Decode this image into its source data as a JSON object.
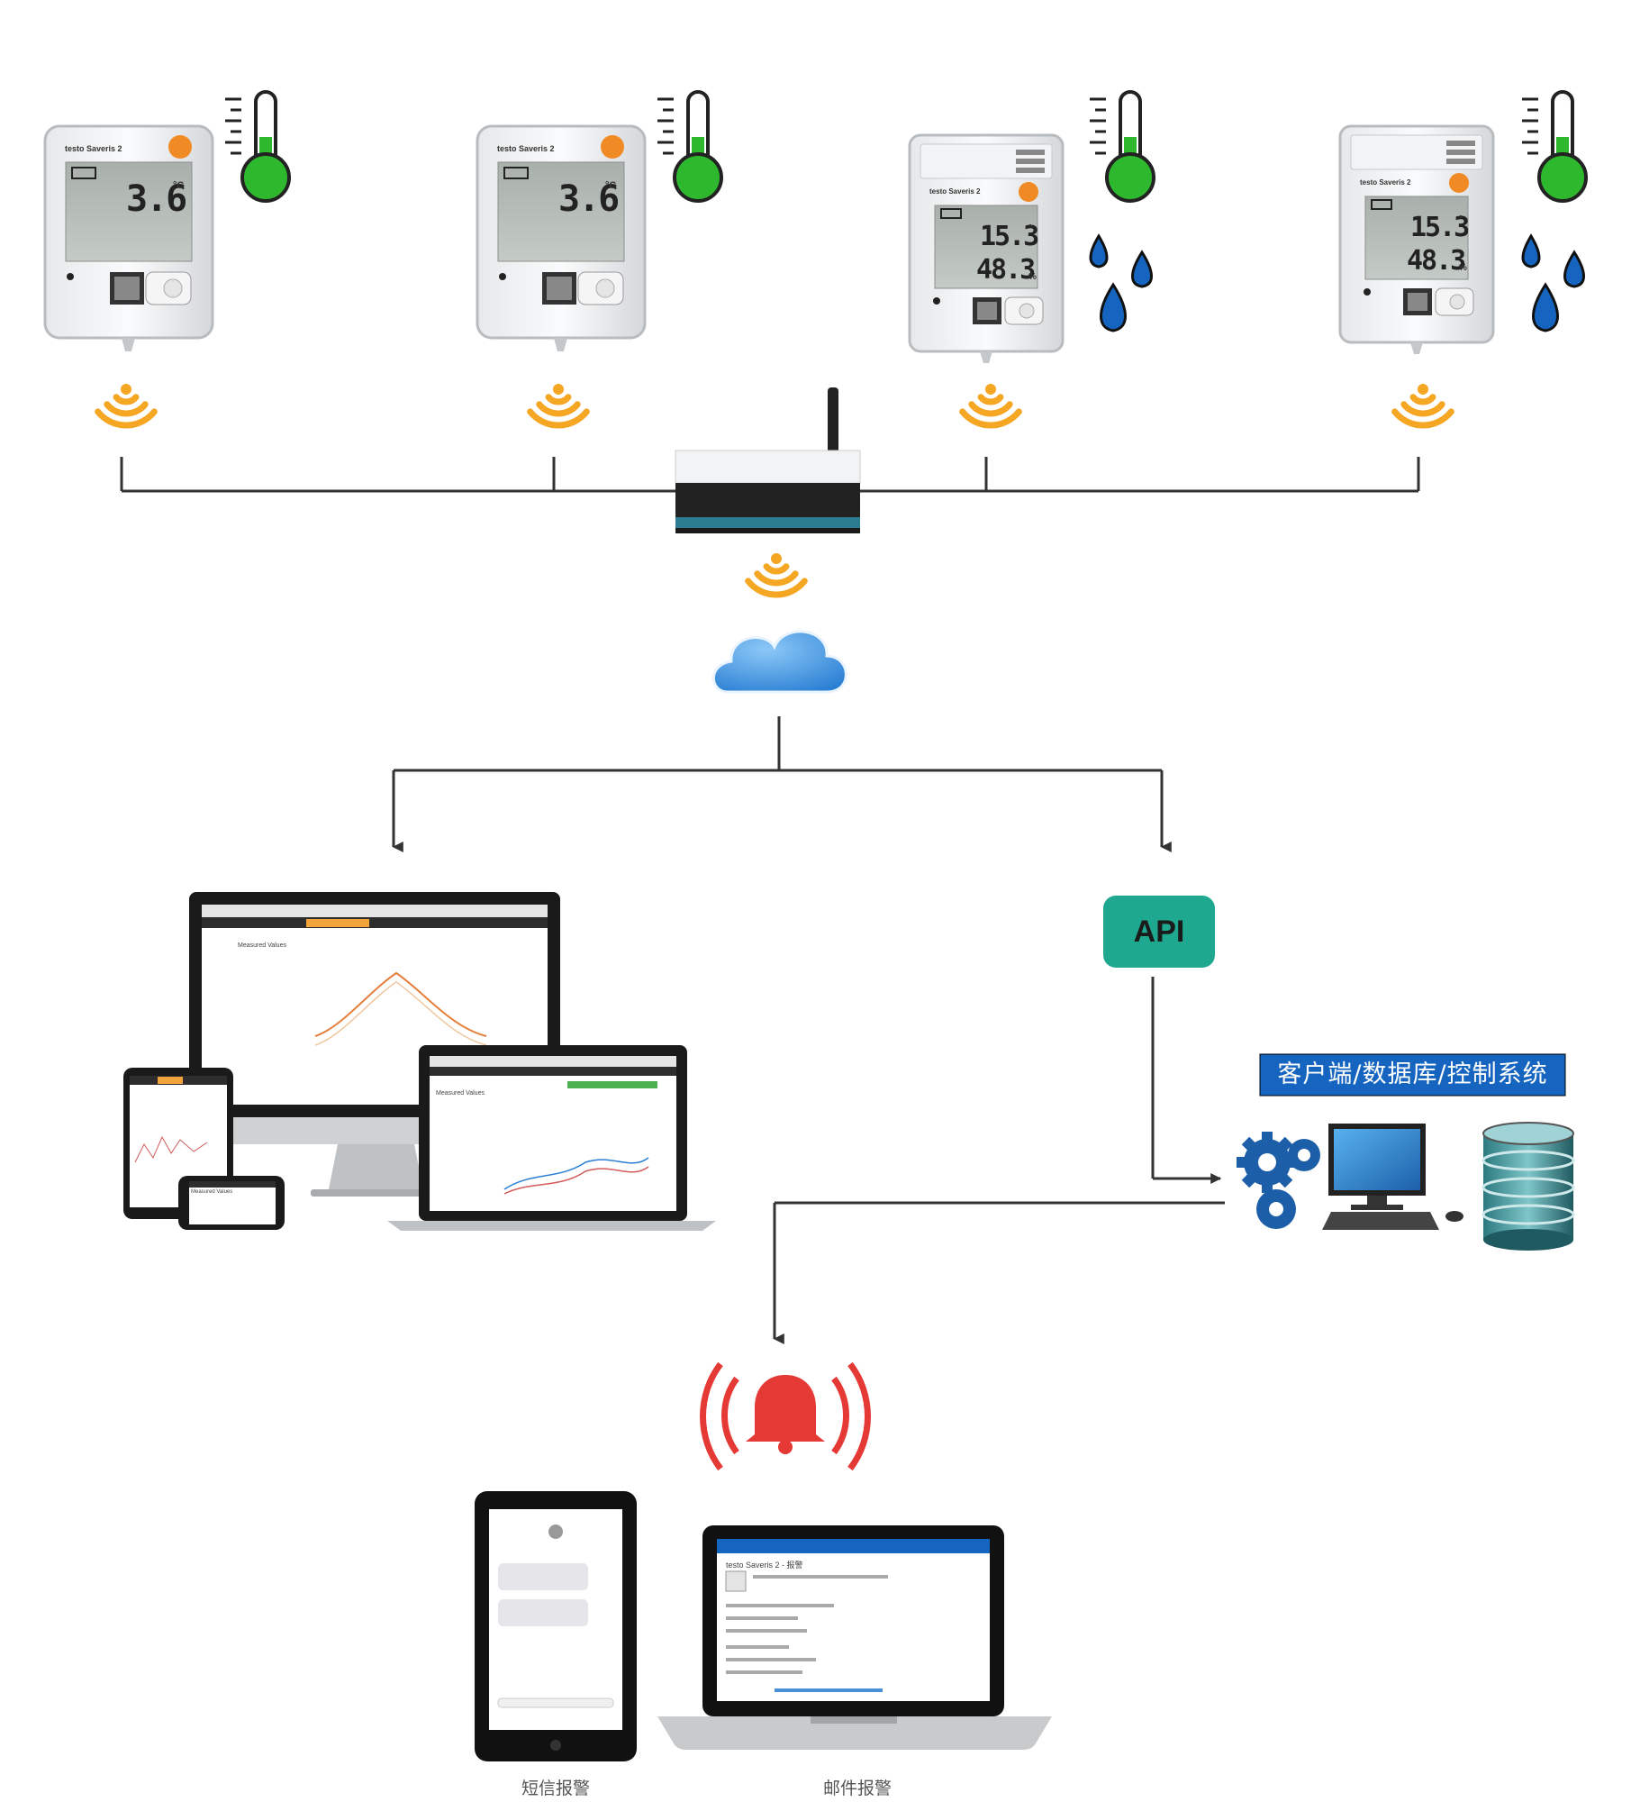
{
  "sensors": [
    {
      "model": "testo Saveris 2",
      "values": [
        "3.6"
      ],
      "units": [
        "°C"
      ],
      "type": "temperature"
    },
    {
      "model": "testo Saveris 2",
      "values": [
        "3.6"
      ],
      "units": [
        "°C"
      ],
      "type": "temperature"
    },
    {
      "model": "testo Saveris 2",
      "values": [
        "15.3",
        "48.3"
      ],
      "units": [
        "°",
        "%"
      ],
      "type": "temperature-humidity"
    },
    {
      "model": "testo Saveris 2",
      "values": [
        "15.3",
        "48.3"
      ],
      "units": [
        "°",
        "%"
      ],
      "type": "temperature-humidity"
    }
  ],
  "api_label": "API",
  "system_label": "客户端/数据库/控制系统",
  "alerts": {
    "sms_label": "短信报警",
    "email_label": "邮件报警",
    "email_subject": "testo Saveris 2 - 报警"
  },
  "software": {
    "page_title": "Measured Values"
  },
  "colors": {
    "wifi": "#f5a623",
    "api_bg": "#1ea88f",
    "system_label_bg": "#1565c0",
    "alarm": "#e53935",
    "thermometer": "#2eb82e",
    "droplet": "#1565c0",
    "gear": "#1c5ea8",
    "cloud": "#3a8fdc",
    "line": "#333333"
  }
}
